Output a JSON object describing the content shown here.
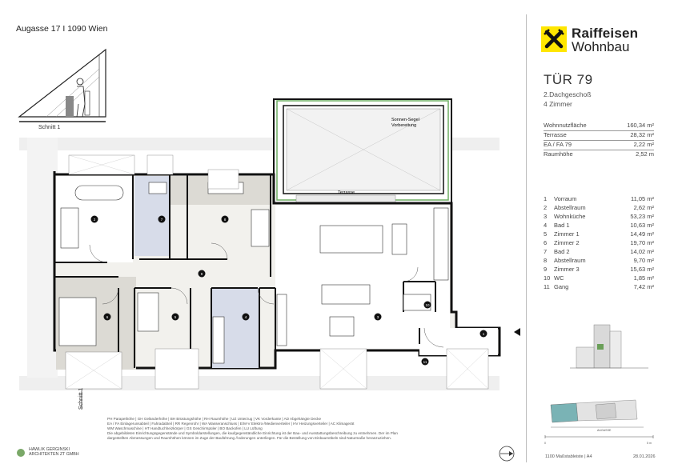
{
  "header": {
    "address": "Augasse 17 I 1090 Wien"
  },
  "section": {
    "label": "Schnitt 1",
    "marker_label": "Schnitt 1"
  },
  "brand": {
    "name_bold": "Raiffeisen",
    "name_light": "Wohnbau",
    "logo_color": "#ffe600"
  },
  "unit": {
    "title": "TÜR 79",
    "floor": "2.Dachgeschoß",
    "rooms_count": "4 Zimmer",
    "areas": [
      {
        "label": "Wohnnutzfläche",
        "value": "160,34 m²"
      },
      {
        "label": "Terrasse",
        "value": "28,32 m²"
      },
      {
        "label": "EA / FA 79",
        "value": "2,22 m²"
      },
      {
        "label": "Raumhöhe",
        "value": "2,52 m"
      }
    ],
    "rooms": [
      {
        "num": "1",
        "name": "Vorraum",
        "area": "11,05 m²"
      },
      {
        "num": "2",
        "name": "Abstellraum",
        "area": "2,62 m²"
      },
      {
        "num": "3",
        "name": "Wohnküche",
        "area": "53,23 m²"
      },
      {
        "num": "4",
        "name": "Bad 1",
        "area": "10,63 m²"
      },
      {
        "num": "5",
        "name": "Zimmer 1",
        "area": "14,49 m²"
      },
      {
        "num": "6",
        "name": "Zimmer 2",
        "area": "19,70 m²"
      },
      {
        "num": "7",
        "name": "Bad 2",
        "area": "14,02 m²"
      },
      {
        "num": "8",
        "name": "Abstellraum",
        "area": "9,70 m²"
      },
      {
        "num": "9",
        "name": "Zimmer 3",
        "area": "15,63 m²"
      },
      {
        "num": "10",
        "name": "WC",
        "area": "1,85 m²"
      },
      {
        "num": "11",
        "name": "Gang",
        "area": "7,42 m²"
      }
    ]
  },
  "plan": {
    "sun_sail_label_1": "Sonnen-Segel",
    "sun_sail_label_2": "Vorbereitung",
    "terrace_label": "Terrasse",
    "room_numbers": [
      "1",
      "2",
      "3",
      "4",
      "5",
      "6",
      "7",
      "8",
      "9",
      "10",
      "11"
    ],
    "accent_gray": "#dcdad4",
    "accent_blue": "#d7dce9",
    "terrace_green": "#6fae63"
  },
  "orient": {
    "axo_label": "AUGASSE",
    "scale_start": "0",
    "scale_end": "5 m"
  },
  "legend": {
    "line1": "PH Parapethöhe | GH Geländerhöhe | BH Brüstungshöhe | RH Raumhöhe | UZ Unterzug | VK Vorderkante | AD Abgehängte Decke",
    "line2": "EA / FA Einlagerunsabteil | Fahradabteil | RR Regenrohr | WA Wasseranschluss | E/M-V Elektro-/Medienverteiler | HV Heizungsverteiler | AC Klimagerät",
    "line3": "WM Waschmaschine | HT Handtuchheizkörper | GS Geschirrspüler | BO Backofen | LU Lüftung",
    "line4": "Die abgebildeten Einrichtungsgegenstände und Symboldarstellungen, die kaufgegenständliche Einrichtung ist der Bau- und Ausstattungsbeschreibung zu entnehmen. Der im Plan",
    "line5": "dargestellten Abmessungen und Raumhöhen können im Zuge der Bauführung Änderungen unterliegen. Für die Bestellung von Einbaumöbeln sind Naturmaße heranzuziehen."
  },
  "architect": {
    "line1": "HAWLIK GERGINSKI",
    "line2": "ARCHITEKTEN ZT GMBH"
  },
  "footer": {
    "scale": "1100 Maßstableiste | A4",
    "date": "28.01.2026"
  }
}
